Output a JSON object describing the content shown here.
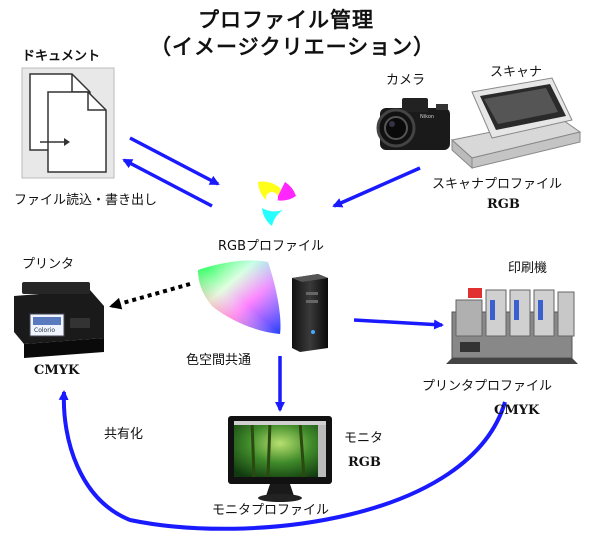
{
  "title": {
    "line1": "プロファイル管理",
    "line2": "（イメージクリエーション）"
  },
  "nodes": {
    "document": {
      "label": "ドキュメント",
      "icon": "document-icon"
    },
    "file_io": {
      "label": "ファイル読込・書き出し"
    },
    "camera": {
      "label": "カメラ",
      "icon": "camera-icon"
    },
    "scanner": {
      "label": "スキャナ",
      "icon": "scanner-icon",
      "profile_label": "スキャナプロファイル",
      "color_mode": "RGB"
    },
    "rgb_profile": {
      "label": "RGBプロファイル",
      "icon": "rgb-circles-icon"
    },
    "printer": {
      "label": "プリンタ",
      "icon": "printer-icon",
      "color_mode": "CMYK"
    },
    "gamut": {
      "label": "色空間共通",
      "icon": "color-gamut-icon"
    },
    "pc": {
      "icon": "pc-tower-icon"
    },
    "press": {
      "label": "印刷機",
      "icon": "printing-press-icon",
      "profile_label": "プリンタプロファイル",
      "color_mode": "CMYK"
    },
    "shared": {
      "label": "共有化"
    },
    "monitor": {
      "label": "モニタ",
      "icon": "monitor-icon",
      "profile_label": "モニタプロファイル",
      "color_mode": "RGB"
    }
  },
  "colors": {
    "arrow": "#1a1aff",
    "dotted_arrow": "#000000",
    "red": "#ff0000",
    "green": "#00c000",
    "blue": "#0040ff",
    "yellow": "#ffff00",
    "magenta": "#ff00ff",
    "cyan": "#00ffff"
  }
}
